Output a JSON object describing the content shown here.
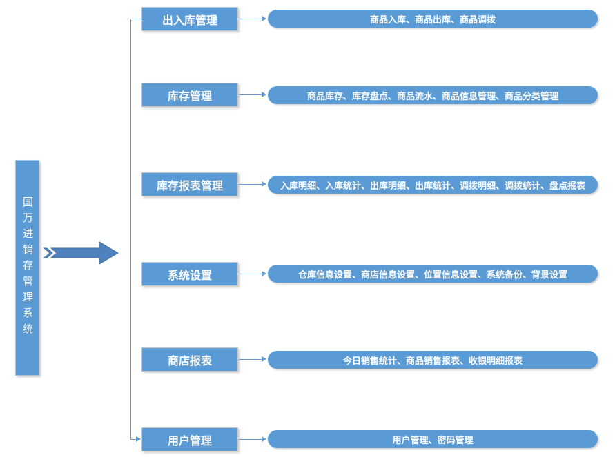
{
  "root": {
    "label": "国万进销存管理系统"
  },
  "separator": "、",
  "colors": {
    "node_fill": "#5b9bd5",
    "node_text": "#ffffff",
    "block_arrow_fill": "#4e81bd",
    "block_arrow_border": "#41719c",
    "connector": "#5b9bd5"
  },
  "branches": [
    {
      "label": "出入库管理",
      "items": [
        "商品入库",
        "商品出库",
        "商品调拨"
      ]
    },
    {
      "label": "库存管理",
      "items": [
        "商品库存",
        "库存盘点",
        "商品流水",
        "商品信息管理",
        "商品分类管理"
      ]
    },
    {
      "label": "库存报表管理",
      "items": [
        "入库明细",
        "入库统计",
        "出库明细",
        "出库统计",
        "调拨明细",
        "调拨统计",
        "盘点报表"
      ]
    },
    {
      "label": "系统设置",
      "items": [
        "仓库信息设置",
        "商店信息设置",
        "位置信息设置",
        "系统备份",
        "背景设置"
      ]
    },
    {
      "label": "商店报表",
      "items": [
        "今日销售统计",
        "商品销售报表",
        "收银明细报表"
      ]
    },
    {
      "label": "用户管理",
      "items": [
        "用户管理",
        "密码管理"
      ]
    }
  ]
}
